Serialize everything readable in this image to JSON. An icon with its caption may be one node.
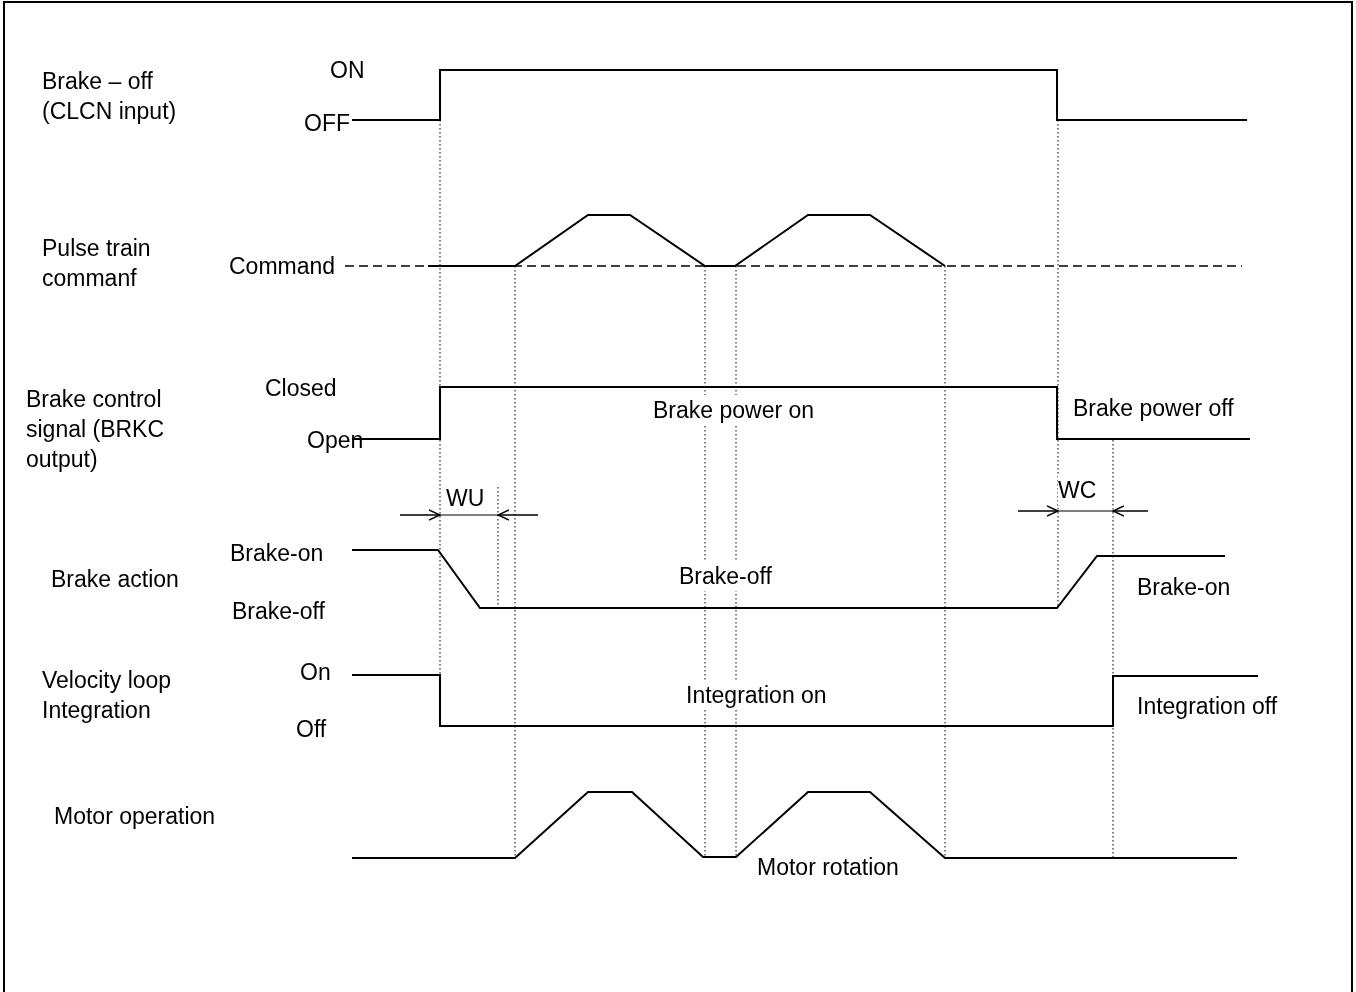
{
  "diagram": {
    "labels": [
      "ON",
      "Brake – off (CLCN input)",
      "OFF",
      "Pulse train commanf",
      "Command",
      "Closed",
      "Brake control signal (BRKC output)",
      "Brake power on",
      "Brake power off",
      "Open",
      "WC",
      "WU",
      "Brake-on",
      "Brake-off",
      "Brake action",
      "Brake-on",
      "Brake-off",
      "On",
      "Velocity loop Integration",
      "Integration on",
      "Integration off",
      "Off",
      "Motor operation",
      "Motor rotation"
    ]
  }
}
